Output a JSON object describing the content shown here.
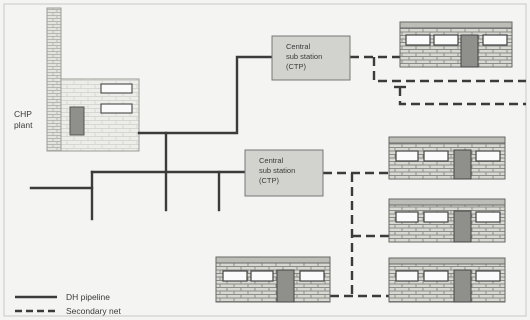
{
  "chp": {
    "line1": "CHP",
    "line2": "plant"
  },
  "ctp_upper": {
    "line1": "Central",
    "line2": "sub station",
    "line3": "(CTP)"
  },
  "ctp_lower": {
    "line1": "Central",
    "line2": "sub station",
    "line3": "(CTP)"
  },
  "legend": {
    "dh_pipeline": "DH pipeline",
    "secondary_net": "Secondary net"
  },
  "colors": {
    "background": "#f4f4f2",
    "line": "#3b3b3b",
    "brick": "#d7d7d2",
    "roof": "#bdbdb8",
    "box_fill": "#d2d2cf"
  }
}
